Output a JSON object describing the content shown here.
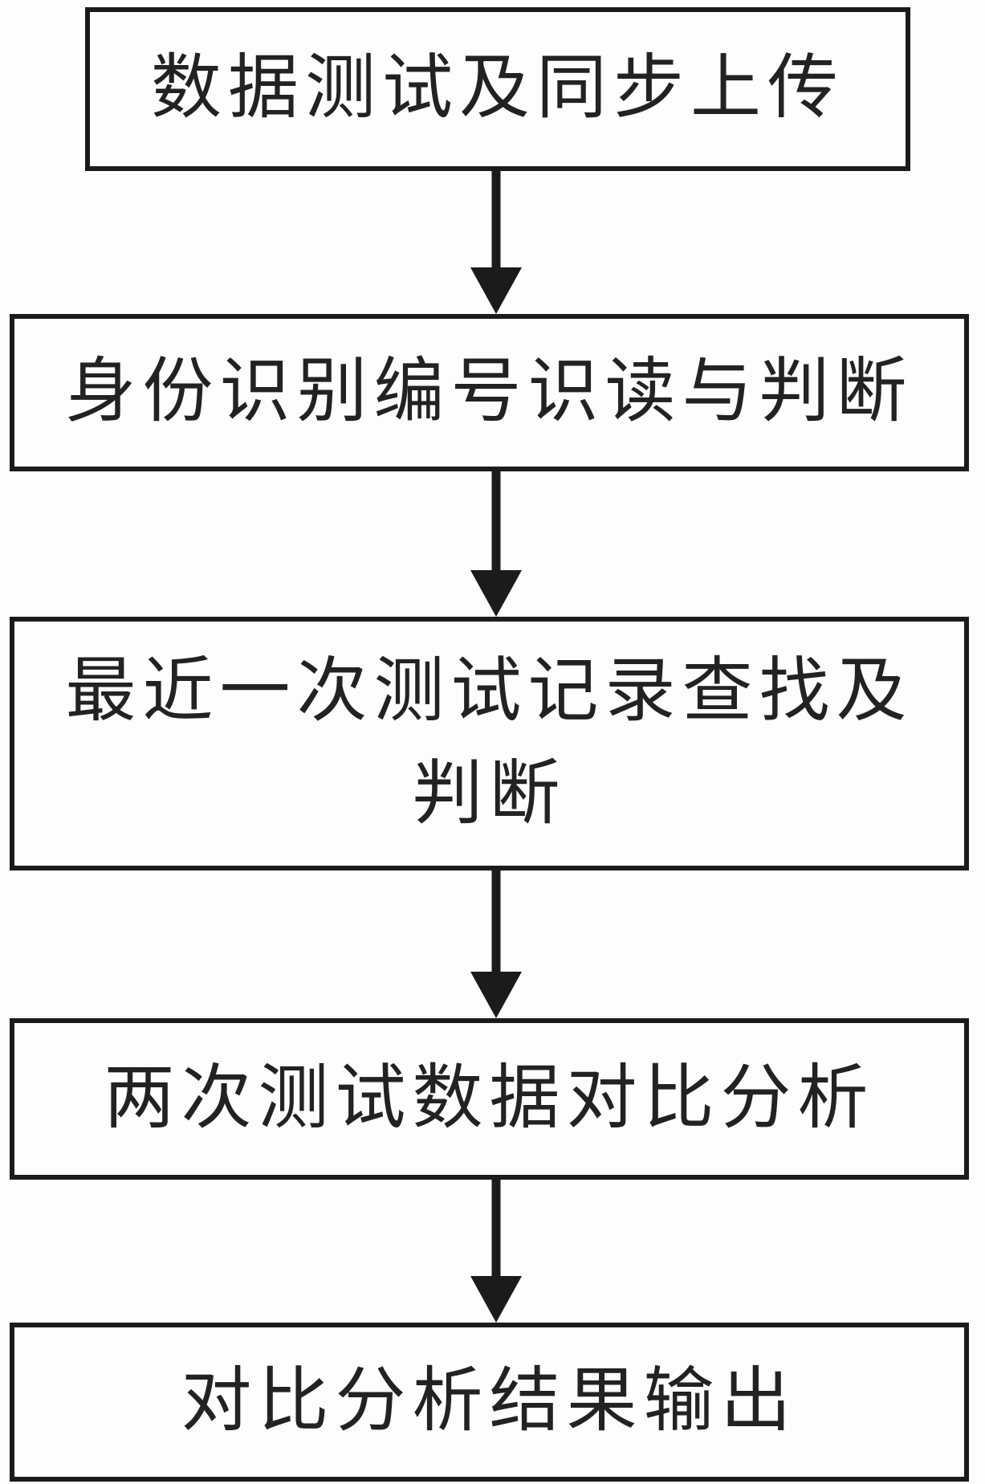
{
  "theme": {
    "bg": "#fdfdfd",
    "line": "#1b1b1b",
    "text": "#222222"
  },
  "flowchart": {
    "type": "vertical-flow",
    "direction": "top-to-bottom",
    "steps": [
      {
        "id": 1,
        "label": "数据测试及同步上传"
      },
      {
        "id": 2,
        "label": "身份识别编号识读与判断"
      },
      {
        "id": 3,
        "label": "最近一次测试记录查找及\n判断"
      },
      {
        "id": 4,
        "label": "两次测试数据对比分析"
      },
      {
        "id": 5,
        "label": "对比分析结果输出"
      }
    ],
    "connectors": [
      {
        "from": 1,
        "to": 2,
        "style": "solid-arrow-down"
      },
      {
        "from": 2,
        "to": 3,
        "style": "solid-arrow-down"
      },
      {
        "from": 3,
        "to": 4,
        "style": "solid-arrow-down"
      },
      {
        "from": 4,
        "to": 5,
        "style": "solid-arrow-down"
      }
    ]
  }
}
